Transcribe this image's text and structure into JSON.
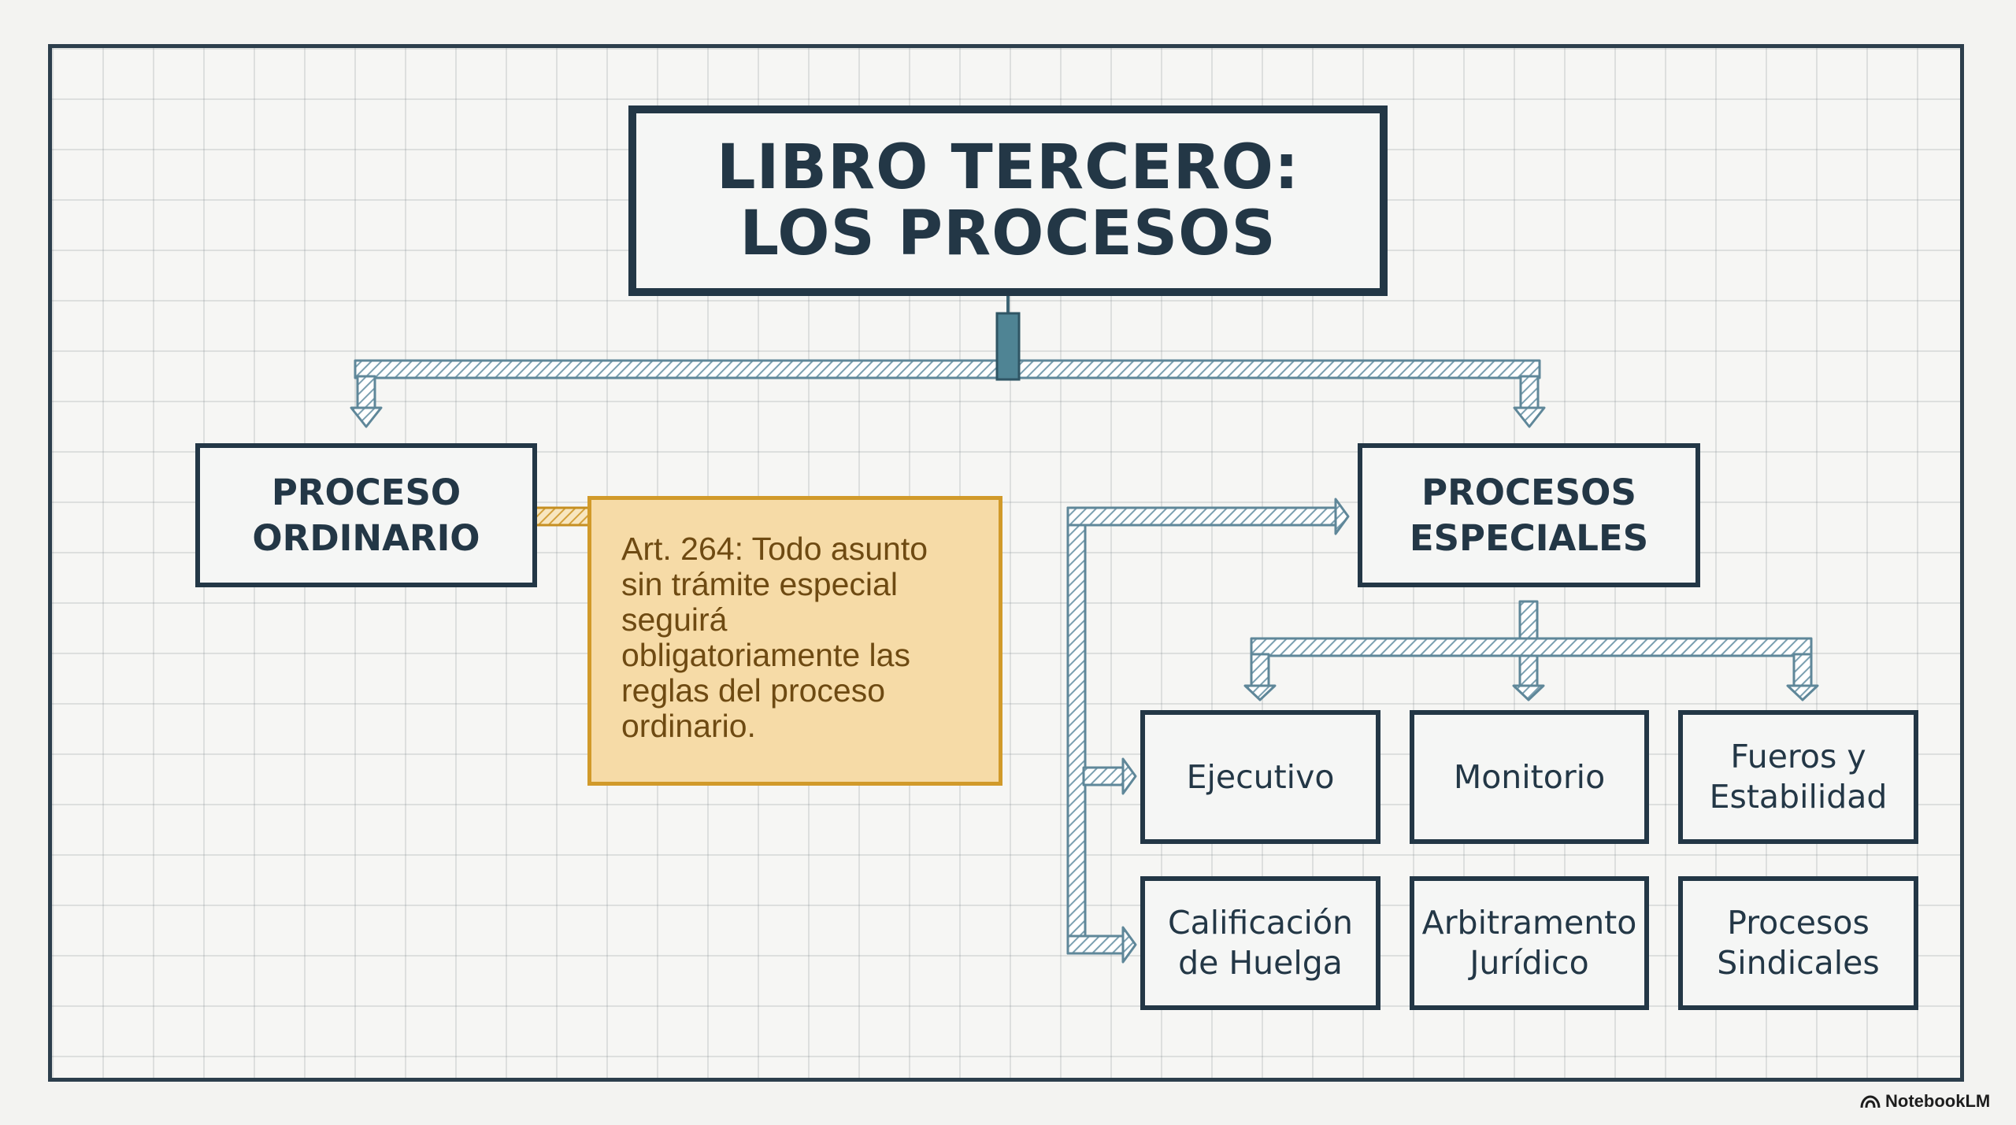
{
  "diagram": {
    "title": "LIBRO TERCERO:\nLOS PROCESOS",
    "ordinary": "PROCESO\nORDINARIO",
    "special": "PROCESOS\nESPECIALES",
    "note": "Art. 264: Todo asunto\nsin trámite especial\nseguirá\nobligatoriamente las\nreglas del proceso\nordinario.",
    "special_types": [
      "Ejecutivo",
      "Monitorio",
      "Fueros y\nEstabilidad",
      "Calificación\nde Huelga",
      "Arbitramento\nJurídico",
      "Procesos\nSindicales"
    ]
  },
  "colors": {
    "ink": "#233746",
    "connector": "#6f96a8",
    "note_fill": "#f6dba7",
    "note_border": "#d19a2a"
  },
  "brand": {
    "name": "NotebookLM",
    "icon": "notebooklm-logo-icon"
  }
}
